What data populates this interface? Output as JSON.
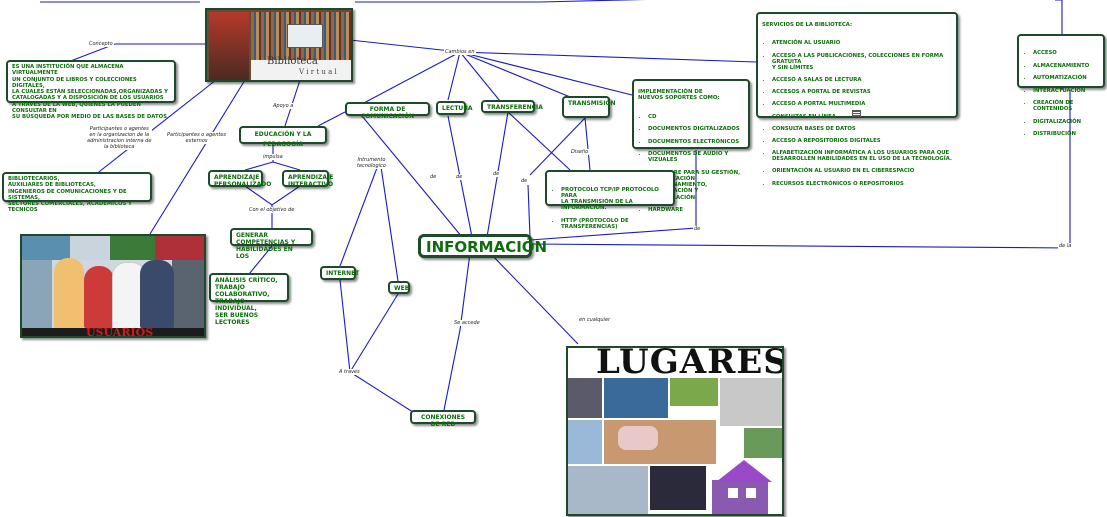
{
  "labels": {
    "concepto": "Concepto",
    "cambios_en": "Cambios en",
    "apoyo_a": "Apoyo a",
    "participantes_internos": "Participantes o agentes\nen la organizacion de la\nadministracion interna de\nla biblioteca",
    "participantes_externos": "Participantes o agentes\nexternos",
    "impulsa": "impulsa",
    "con_el_objetivo": "Con el objetivo de",
    "instrumento": "Intrumento\ntecnologico",
    "de_1": "de",
    "de_2": "de",
    "de_3": "de",
    "de_4": "de",
    "de_5": "de",
    "de_6": "de la",
    "diseno": "Diseño",
    "se_accede": "Se accede",
    "en_cualquier": "en cualquier",
    "a_traves": "A traves"
  },
  "nodes": {
    "definicion": "ES UNA INSTITUCIÓN QUE ALMACENA VIRTUALMENTE\nUN CONJUNTO DE LIBROS Y COLECCIONES DIGITALES,\nLA CUALES ESTÁN SELECCIONADAS,ORGANIZADAS Y\nCATALOGADAS Y A DISPOSICIÓN DE LOS USUARIOS\nA TRAVÉS DE LA WEB, QUIENES LA PUEDEN CONSULTAR EN\nSU BÚSQUEDA POR MEDIO DE LAS BASES DE DATOS.",
    "bibliotecarios": "BIBLIOTECARIOS,\nAUXILIARES DE BIBLIOTECAS,\nINGENIEROS DE COMUNICACIONES Y DE SISTEMAS,\nSECTORES COMERCIALES, ACADEMICOS Y TECNICOS",
    "educacion": "EDUCACIÓN Y LA PEDAGOGÍA",
    "aprendizaje_personalizado": "APRENDIZAJE\nPERSONALIZADO",
    "aprendizaje_interactivo": "APRENDIZAJE\nINTERACTIVO",
    "generar": "GENERAR COMPETENCIAS Y\nHABILIDADES EN LOS",
    "analisis": "ANÁLISIS CRÍTICO,\nTRABAJO COLABORATIVO,\nTRABAJO INDIVIDUAL,\nSER BUENOS LECTORES",
    "forma_comunicacion": "FORMA DE COMUNICACIÓN",
    "lectura": "LECTURA",
    "transferencia": "TRANSFERENCIA",
    "transmision": "TRANSMISIÓN",
    "implementacion_title": "IMPLEMENTACIÓN DE\nNUEVOS SOPORTES COMO:",
    "implementacion_items": [
      "CD",
      "DOCUMENTOS DIGITALIZADOS",
      "DOCUMENTOS ELECTRÓNICOS",
      "DOCUMENTOS DE AUDIO Y VIZUALES",
      "SOFTWARE PARA SU GESTIÓN,\nORGANIZACIÓN, ALMACENAMIENTO,\nLOCALIZACIÓN Y RECUPERACIÓN",
      "HARDWARE"
    ],
    "protocolos": [
      "PROTOCOLO TCP/IP PROTOCOLO PARA\nLA TRANSMISIÓN DE LA INFORMACIÓN.",
      "HTTP (PROTOCOLO DE TRANSFERENCIAS)"
    ],
    "servicios_title": "SERVICIOS DE LA BIBLIOTECA:",
    "servicios_items": [
      "ATENCIÓN AL USUARIO",
      "ACCESO A LAS PUBLICACIONES, COLECCIONES EN FORMA GRATUITA\nY SIN LÍMITES",
      "ACCESO A SALAS DE LECTURA",
      "ACCESOS A PORTAL DE REVISTAS",
      "ACCESO A PORTAL MULTIMEDIA",
      "CONSULTAS EN LÍNEA",
      "CONSULTA BASES DE DATOS",
      "ACCESO A REPOSITORIOS DIGITALES",
      "ALFABETIZACIÓN INFORMÁTICA A LOS USUARIOS PARA QUE\nDESARROLLEN HABILIDADES EN EL USO DE LA TECNOLOGÍA.",
      "ORIENTACIÓN AL USUARIO EN EL CIBERESPACIO",
      "RECURSOS ELECTRÓNICOS O REPOSITORIOS"
    ],
    "acceso_items": [
      "ACCESO",
      "ALMACENAMIENTO",
      "AUTOMATIZACIÓN",
      "INTERACTUACIÓN",
      "CREACIÓN DE CONTENIDOS",
      "DIGITALIZACIÓN",
      "DISTRIBUCIÓN"
    ],
    "informacion": "INFORMACIÓN",
    "internet": "INTERNET",
    "web": "WEB",
    "conexiones": "CONEXIONES DE RED"
  },
  "images": {
    "biblioteca_title": "Biblioteca",
    "biblioteca_sub": "V i r t u a l",
    "usuarios": "USUARIOS",
    "lugares": "LUGARES"
  },
  "colors": {
    "line": "#1a1ac8",
    "node_text": "#0b6e0b",
    "node_border": "#1c4a2a",
    "usuarios_text": "#d21818"
  }
}
